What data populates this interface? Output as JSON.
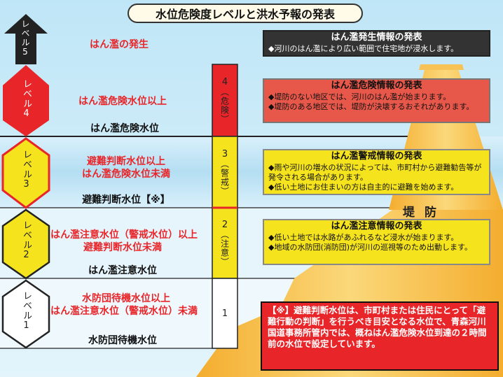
{
  "title": "水位危険度レベルと洪水予報の発表",
  "levels": [
    {
      "arrow_label": "レベル5",
      "left_text": [
        "はん濫の発生"
      ],
      "threshold": "",
      "num": "",
      "info_title": "はん濫発生情報の発表",
      "info_lines": [
        "◆河川のはん濫により広い範囲で住宅地が浸水します。"
      ]
    },
    {
      "arrow_label": "レベル4",
      "left_text": [
        "はん濫危険水位以上"
      ],
      "threshold": "はん濫危険水位",
      "num": "4",
      "num_sub": "（危険）",
      "info_title": "はん濫危険情報の発表",
      "info_lines": [
        "◆堤防のない地区では、河川のはん濫が始まります。",
        "◆堤防のある地区では、堤防が決壊するおそれがあります。"
      ]
    },
    {
      "arrow_label": "レベル3",
      "left_text": [
        "避難判断水位以上",
        "はん濫危険水位未満"
      ],
      "threshold": "避難判断水位【※】",
      "num": "3",
      "num_sub": "（警戒）",
      "info_title": "はん濫警戒情報の発表",
      "info_lines": [
        "◆雨や河川の増水の状況によっては、市町村から避難勧告等が発令される場合があります。",
        "◆低い土地にお住まいの方は自主的に避難を始めます。"
      ]
    },
    {
      "arrow_label": "レベル2",
      "left_text": [
        "はん濫注意水位（警戒水位）以上",
        "避難判断水位未満"
      ],
      "threshold": "はん濫注意水位",
      "num": "2",
      "num_sub": "（注意）",
      "info_title": "はん濫注意情報の発表",
      "info_lines": [
        "◆低い土地では水路があふれるなど浸水が始まります。",
        "◆地域の水防団(消防団)が河川の巡視等のため出動します。"
      ]
    },
    {
      "arrow_label": "レベル1",
      "left_text": [
        "水防団待機水位以上",
        "はん濫注意水位（警戒水位）未満"
      ],
      "threshold": "水防団待機水位",
      "num": "1",
      "num_sub": "",
      "info_title": "",
      "info_lines": []
    }
  ],
  "dike_label": "堤防",
  "note": "【※】避難判断水位は、市町村または住民にとって「避難行動の判断」を行うべき目安となる水位で、青森河川国道事務所管内では、概ねはん濫危険水位到達の２時間前の水位で設定しています。",
  "colors": {
    "level5": "#222222",
    "level4": "#e8262a",
    "level3": "#f5e31e",
    "level2": "#f5e31e",
    "level1": "#ffffff",
    "info5": "#333333",
    "info4": "#e8584a",
    "info_yellow": "#f5e31e",
    "dike": "#f6b638"
  }
}
